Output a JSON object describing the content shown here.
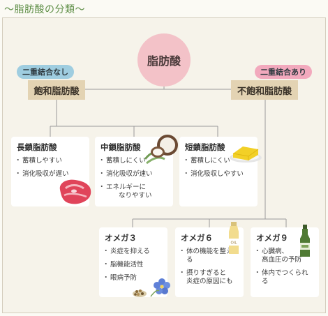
{
  "title": "～脂肪酸の分類～",
  "root": "脂肪酸",
  "labels": {
    "left_pill": "二重結合なし",
    "right_pill": "二重結合あり"
  },
  "categories": {
    "saturated": "飽和脂肪酸",
    "unsaturated": "不飽和脂肪酸"
  },
  "cards": [
    {
      "title": "長鎖脂肪酸",
      "items": [
        [
          "蓄積しやすい"
        ],
        [
          "消化吸収が遅い"
        ]
      ]
    },
    {
      "title": "中鎖脂肪酸",
      "items": [
        [
          "蓄積しにくい"
        ],
        [
          "消化吸収が速い"
        ],
        [
          "エネルギーに",
          "なりやすい"
        ]
      ]
    },
    {
      "title": "短鎖脂肪酸",
      "items": [
        [
          "蓄積しにくい"
        ],
        [
          "消化吸収しやすい"
        ]
      ]
    },
    {
      "title": "オメガ３",
      "items": [
        [
          "炎症を抑える"
        ],
        [
          "脳機能活性"
        ],
        [
          "眼病予防"
        ]
      ]
    },
    {
      "title": "オメガ６",
      "items": [
        [
          "体の機能を整える"
        ],
        [
          "摂りすぎると",
          "炎症の原因にも"
        ]
      ]
    },
    {
      "title": "オメガ９",
      "items": [
        [
          "心臓病、",
          "高血圧の予防"
        ],
        [
          "体内でつくられる"
        ]
      ]
    }
  ],
  "illustrations": {
    "meat": "meat-illustration",
    "coconut": "coconut-illustration",
    "butter": "butter-illustration",
    "seeds": "seeds-flower-illustration",
    "oil": "oil-bottle-illustration",
    "olive": "olive-oil-bottle-illustration"
  },
  "oil_text": "OIL",
  "colors": {
    "title": "#5f8f47",
    "root": "#f3c2c8",
    "pill_blue": "#9fcde0",
    "pill_pink": "#f2a9bd",
    "bar": "#e3d3b3"
  }
}
